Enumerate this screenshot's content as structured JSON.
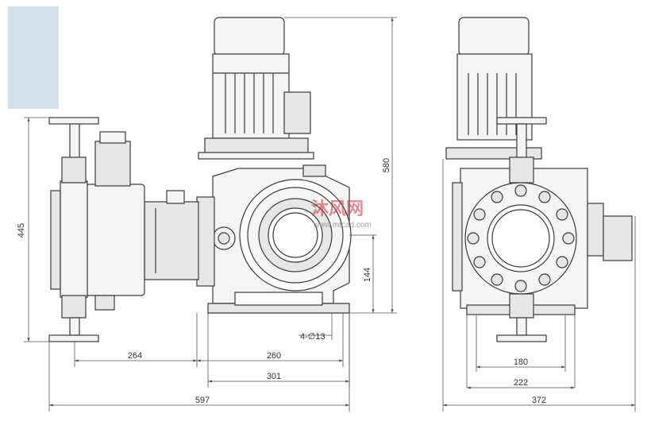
{
  "drawing": {
    "dimensions": {
      "front_total_width": "597",
      "front_overall_depth": "264",
      "front_base_width": "260",
      "front_base_mount": "301",
      "front_height": "445",
      "front_motor_height": "580",
      "front_base_height": "144",
      "front_bolt_holes": "4-∅13",
      "side_total_width": "372",
      "side_base_outer": "222",
      "side_base_inner": "180"
    },
    "watermark": {
      "logo_text": "沐风网",
      "url": "www.mfcad.com"
    },
    "colors": {
      "line": "#3a3a3a",
      "thin": "#555555",
      "fill_light": "#f4f4f4",
      "fill_mid": "#e6e6e6",
      "corner_block": "#d7e1ea",
      "watermark": "#c8303a"
    }
  }
}
